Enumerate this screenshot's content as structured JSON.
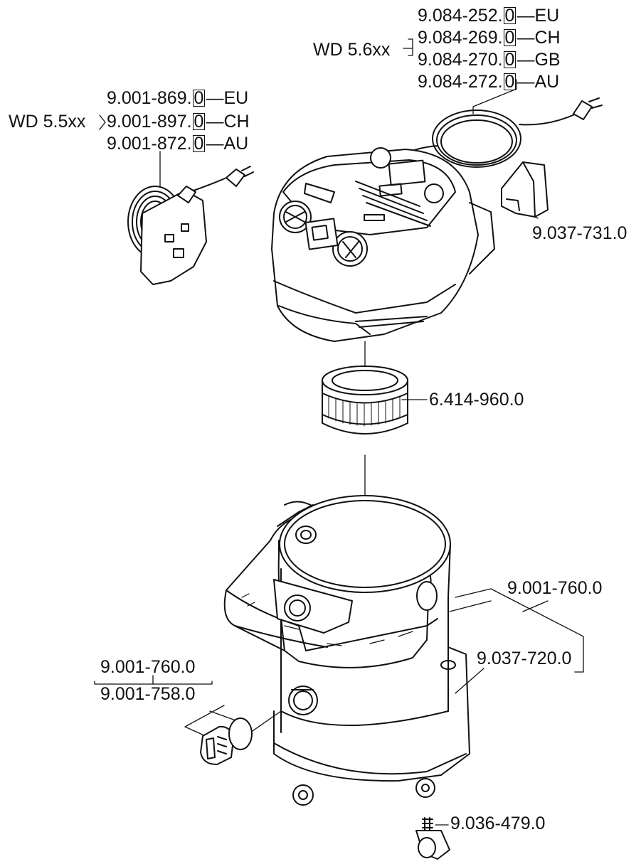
{
  "colors": {
    "line": "#111111",
    "fill": "#ffffff",
    "shade": "#cccccc"
  },
  "cord_reel_55": {
    "model": "WD 5.5xx",
    "parts": [
      {
        "base": "9.001-869.",
        "suffix": "0",
        "country": "EU"
      },
      {
        "base": "9.001-897.",
        "suffix": "0",
        "country": "CH"
      },
      {
        "base": "9.001-872.",
        "suffix": "0",
        "country": "AU"
      }
    ]
  },
  "cable_56": {
    "model": "WD 5.6xx",
    "parts": [
      {
        "base": "9.084-252.",
        "suffix": "0",
        "country": "EU"
      },
      {
        "base": "9.084-269.",
        "suffix": "0",
        "country": "CH"
      },
      {
        "base": "9.084-270.",
        "suffix": "0",
        "country": "GB"
      },
      {
        "base": "9.084-272.",
        "suffix": "0",
        "country": "AU"
      }
    ]
  },
  "parts": {
    "cover": "9.037-731.0",
    "filter": "6.414-960.0",
    "container_set": "9.001-760.0",
    "base": "9.037-720.0",
    "hose_adapter_set": "9.001-760.0",
    "hose_adapter": "9.001-758.0",
    "castor": "9.036-479.0"
  }
}
